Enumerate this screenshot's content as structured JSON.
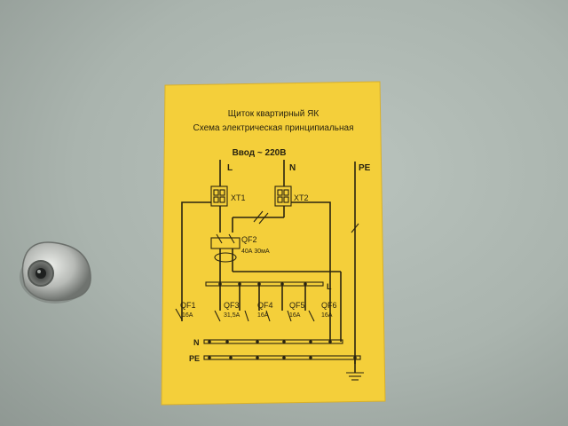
{
  "colors": {
    "panel": "#aab4ae",
    "sticker": "#f4cf3a",
    "ink": "#2a2410",
    "latch": "#c9cbc8"
  },
  "icons": {
    "latch": "door-lock-icon"
  },
  "label": {
    "title_line1": "Щиток квартирный ЯК",
    "title_line2": "Схема электрическая принципиальная",
    "input": "Ввод ~ 220В",
    "line_l": "L",
    "line_n": "N",
    "line_pe": "PE",
    "xt1": "XT1",
    "xt2": "XT2",
    "qf2": {
      "name": "QF2",
      "rating": "40А 30мА"
    },
    "bus_l": "L",
    "bus_n": "N",
    "bus_pe": "PE",
    "breakers": [
      {
        "name": "QF1",
        "rating": "16А"
      },
      {
        "name": "QF3",
        "rating": "31,5А"
      },
      {
        "name": "QF4",
        "rating": "16А"
      },
      {
        "name": "QF5",
        "rating": "16А"
      },
      {
        "name": "QF6",
        "rating": "16А"
      }
    ]
  }
}
